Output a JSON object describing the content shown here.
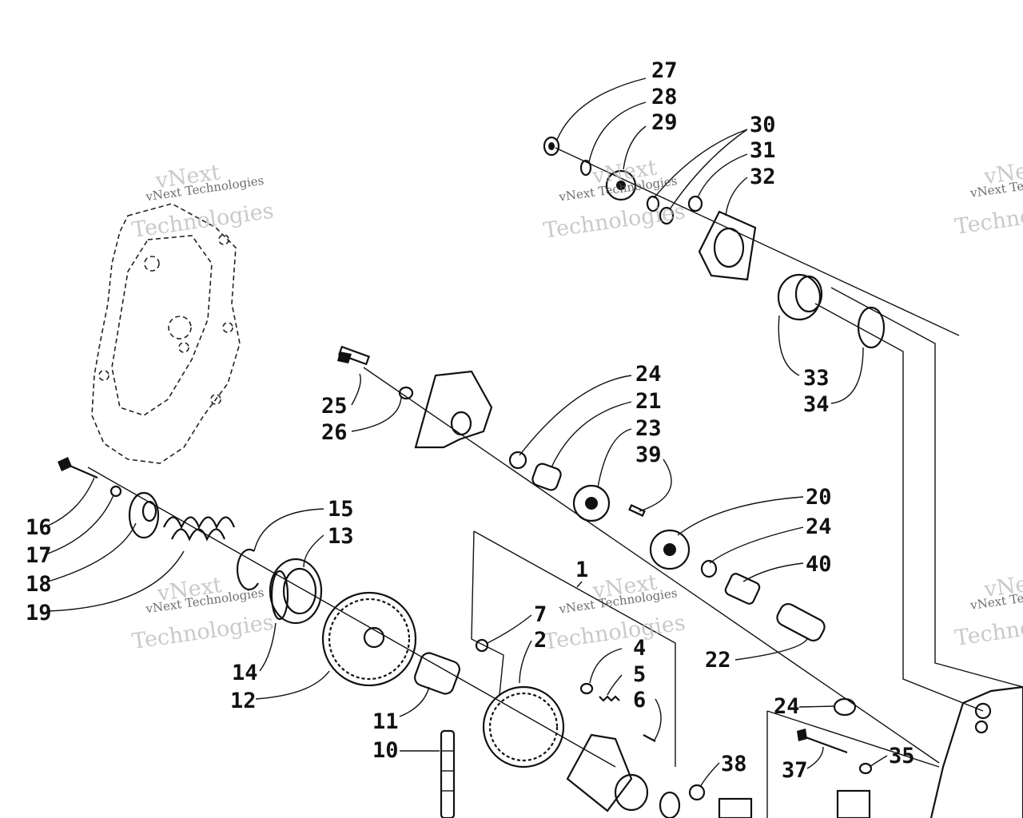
{
  "callouts": [
    {
      "id": "c27",
      "text": "27"
    },
    {
      "id": "c28",
      "text": "28"
    },
    {
      "id": "c29",
      "text": "29"
    },
    {
      "id": "c30",
      "text": "30"
    },
    {
      "id": "c31",
      "text": "31"
    },
    {
      "id": "c32",
      "text": "32"
    },
    {
      "id": "c33",
      "text": "33"
    },
    {
      "id": "c34",
      "text": "34"
    },
    {
      "id": "c24a",
      "text": "24"
    },
    {
      "id": "c21",
      "text": "21"
    },
    {
      "id": "c23",
      "text": "23"
    },
    {
      "id": "c39",
      "text": "39"
    },
    {
      "id": "c20",
      "text": "20"
    },
    {
      "id": "c24b",
      "text": "24"
    },
    {
      "id": "c40",
      "text": "40"
    },
    {
      "id": "c22",
      "text": "22"
    },
    {
      "id": "c24c",
      "text": "24"
    },
    {
      "id": "c25",
      "text": "25"
    },
    {
      "id": "c26",
      "text": "26"
    },
    {
      "id": "c15",
      "text": "15"
    },
    {
      "id": "c13",
      "text": "13"
    },
    {
      "id": "c16",
      "text": "16"
    },
    {
      "id": "c17",
      "text": "17"
    },
    {
      "id": "c18",
      "text": "18"
    },
    {
      "id": "c19",
      "text": "19"
    },
    {
      "id": "c14",
      "text": "14"
    },
    {
      "id": "c12",
      "text": "12"
    },
    {
      "id": "c11",
      "text": "11"
    },
    {
      "id": "c10",
      "text": "10"
    },
    {
      "id": "c1",
      "text": "1"
    },
    {
      "id": "c7",
      "text": "7"
    },
    {
      "id": "c2",
      "text": "2"
    },
    {
      "id": "c4",
      "text": "4"
    },
    {
      "id": "c5",
      "text": "5"
    },
    {
      "id": "c6",
      "text": "6"
    },
    {
      "id": "c38",
      "text": "38"
    },
    {
      "id": "c37",
      "text": "37"
    },
    {
      "id": "c35",
      "text": "35"
    }
  ],
  "watermark": {
    "line1": "vNext",
    "line2": "vNext Technologies",
    "line3": "Technologies"
  }
}
